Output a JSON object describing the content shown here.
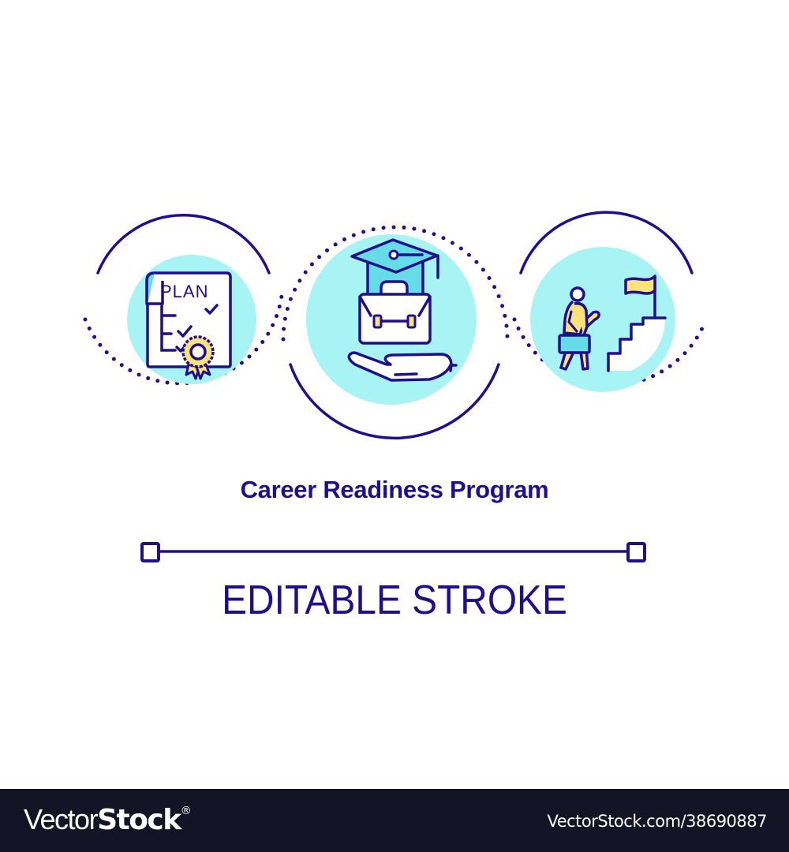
{
  "illustration": {
    "title": "Career Readiness Program",
    "subtitle": "EDITABLE STROKE",
    "colors": {
      "stroke": "#1f0f8f",
      "circle_fill": "#a8f4f4",
      "accent_cyan": "#66dde6",
      "accent_yellow": "#fbe27a",
      "background": "#ffffff"
    },
    "icons": [
      {
        "name": "plan-document-icon",
        "label_text": "PLAN"
      },
      {
        "name": "graduation-briefcase-hand-icon"
      },
      {
        "name": "person-climbing-stairs-flag-icon"
      }
    ]
  },
  "footer": {
    "brand_light": "Vector",
    "brand_bold": "Stock",
    "brand_mark": "®",
    "url_text": "VectorStock.com/38690887",
    "background": "#131426"
  }
}
